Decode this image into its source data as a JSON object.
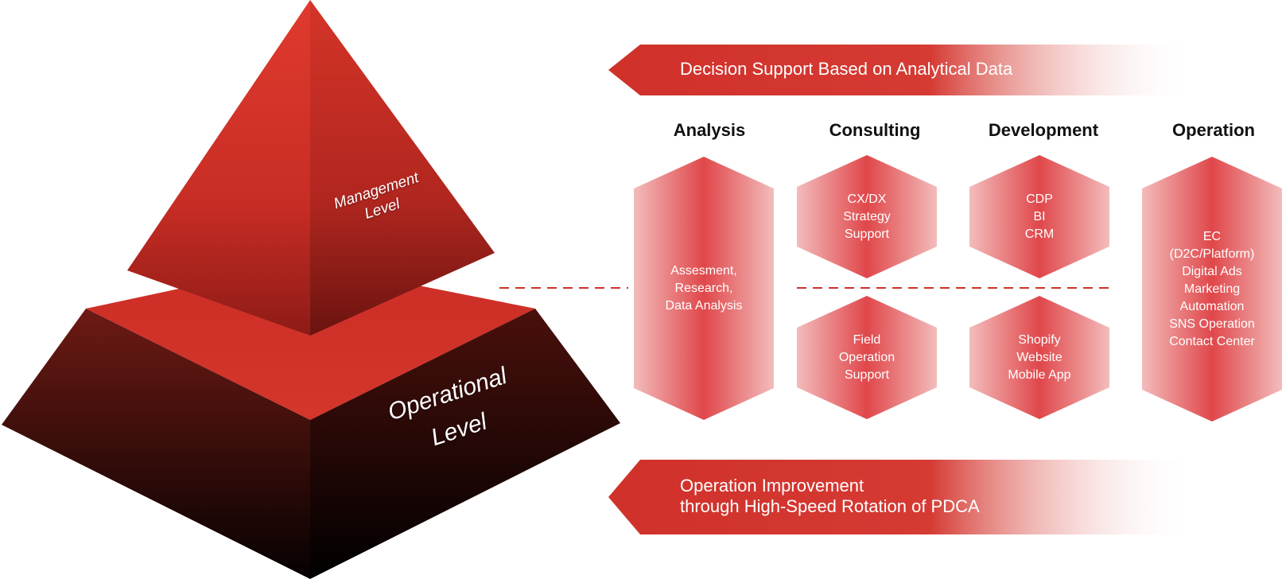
{
  "pyramid": {
    "top_label": [
      "Management",
      "Level"
    ],
    "bottom_label": [
      "Operational",
      "Level"
    ]
  },
  "banners": {
    "top": "Decision Support Based on Analytical Data",
    "bottom_line1": "Operation Improvement",
    "bottom_line2": "through High-Speed Rotation of PDCA"
  },
  "columns": [
    {
      "heading": "Analysis"
    },
    {
      "heading": "Consulting"
    },
    {
      "heading": "Development"
    },
    {
      "heading": "Operation"
    }
  ],
  "boxes": {
    "analysis": [
      "Assesment,",
      "Research,",
      "Data Analysis"
    ],
    "consulting_top": [
      "CX/DX",
      "Strategy",
      "Support"
    ],
    "consulting_bottom": [
      "Field",
      "Operation",
      "Support"
    ],
    "development_top": [
      "CDP",
      "BI",
      "CRM"
    ],
    "development_bottom": [
      "Shopify",
      "Website",
      "Mobile App"
    ],
    "operation": [
      "EC",
      "(D2C/Platform)",
      "Digital Ads",
      "Marketing",
      "Automation",
      "SNS Operation",
      "Contact Center"
    ]
  },
  "colors": {
    "accent_red": "#d0312a",
    "dark": "#0a0303"
  }
}
